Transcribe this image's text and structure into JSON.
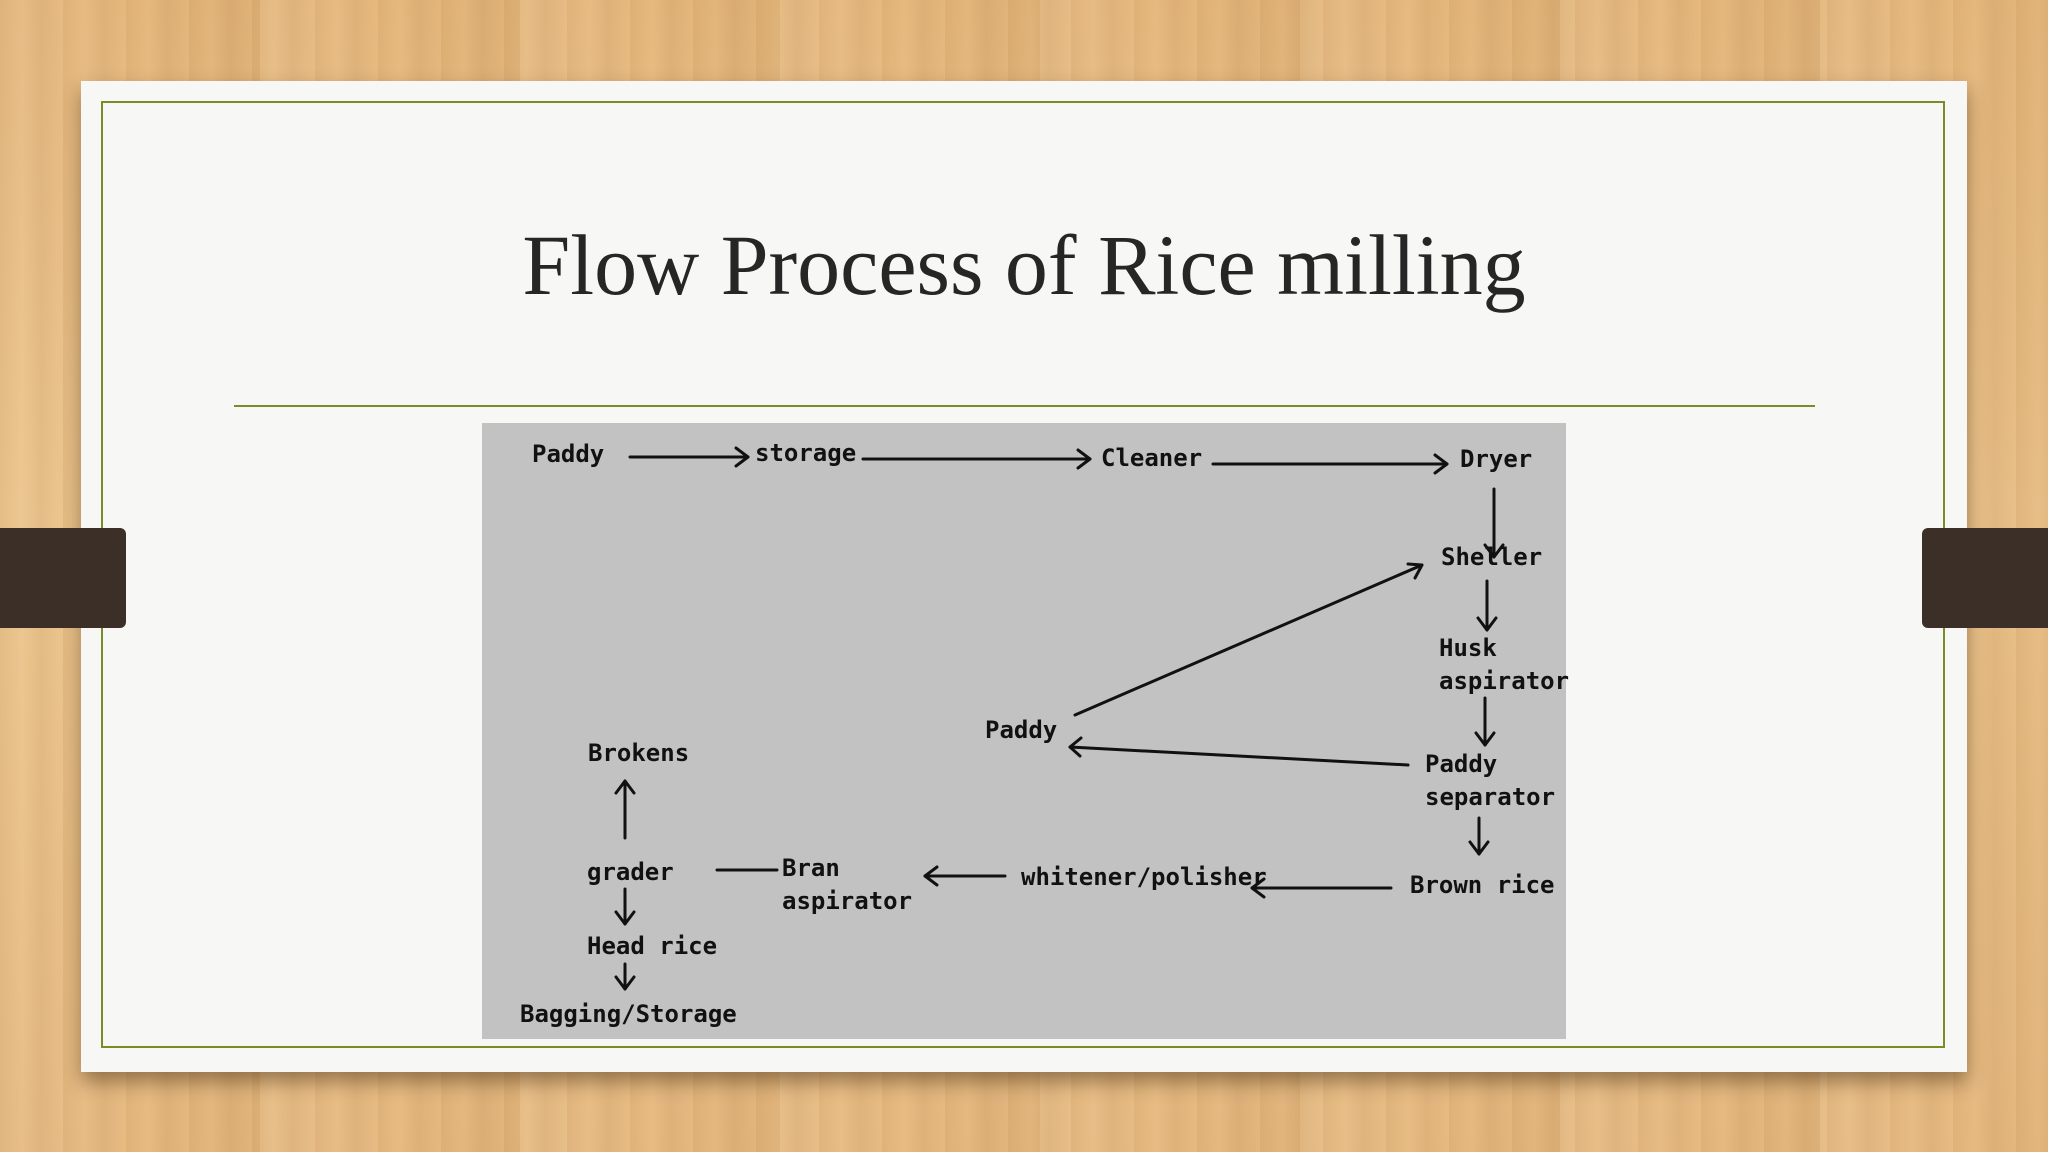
{
  "slide": {
    "title": "Flow Process of Rice milling",
    "accent_color": "#7a8c2a",
    "background": "wood"
  },
  "diagram": {
    "background_color": "#c2c2c2",
    "nodes": {
      "paddy_start": "Paddy",
      "storage": "storage",
      "cleaner": "Cleaner",
      "dryer": "Dryer",
      "sheller": "Sheller",
      "husk_aspirator": "Husk\naspirator",
      "paddy_separator": "Paddy\nseparator",
      "paddy_return": "Paddy",
      "brown_rice": "Brown rice",
      "whitener_polisher": "whitener/polisher",
      "bran_aspirator": "Bran\naspirator",
      "grader": "grader",
      "brokens": "Brokens",
      "head_rice": "Head rice",
      "bagging_storage": "Bagging/Storage"
    },
    "edges": [
      {
        "from": "Paddy",
        "to": "storage"
      },
      {
        "from": "storage",
        "to": "Cleaner"
      },
      {
        "from": "Cleaner",
        "to": "Dryer"
      },
      {
        "from": "Dryer",
        "to": "Sheller"
      },
      {
        "from": "Sheller",
        "to": "Husk aspirator"
      },
      {
        "from": "Husk aspirator",
        "to": "Paddy separator"
      },
      {
        "from": "Paddy separator",
        "to": "Paddy"
      },
      {
        "from": "Paddy",
        "to": "Sheller"
      },
      {
        "from": "Paddy separator",
        "to": "Brown rice"
      },
      {
        "from": "Brown rice",
        "to": "whitener/polisher"
      },
      {
        "from": "whitener/polisher",
        "to": "Bran aspirator"
      },
      {
        "from": "Bran aspirator",
        "to": "grader",
        "arrow": false
      },
      {
        "from": "grader",
        "to": "Brokens"
      },
      {
        "from": "grader",
        "to": "Head rice"
      },
      {
        "from": "Head rice",
        "to": "Bagging/Storage"
      }
    ]
  }
}
